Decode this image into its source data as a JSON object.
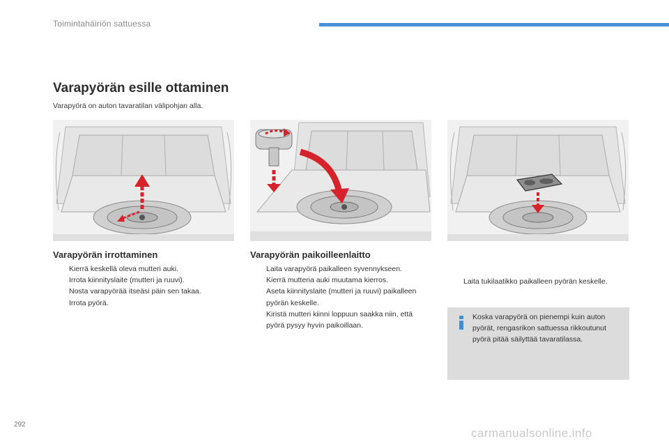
{
  "header": {
    "section_title": "Toimintahäiriön sattuessa",
    "accent_color": "#4a90d6"
  },
  "page": {
    "title": "Varapyörän esille ottaminen",
    "intro": "Varapyörä on auton tavaratilan välipohjan alla.",
    "page_number": "292",
    "watermark": "carmanualsonline.info"
  },
  "figures": [
    {
      "icon": "trunk-spare-wheel-removal-illustration"
    },
    {
      "icon": "trunk-spare-wheel-refit-illustration"
    },
    {
      "icon": "trunk-tool-box-refit-illustration"
    }
  ],
  "sections": {
    "removal": {
      "title": "Varapyörän irrottaminen",
      "steps": [
        "Kierrä keskellä oleva mutteri auki.",
        "Irrota kiinnityslaite (mutteri ja ruuvi).",
        "Nosta varapyörää itseäsi päin sen takaa.",
        "Irrota pyörä."
      ]
    },
    "refit": {
      "title": "Varapyörän paikoilleenlaitto",
      "steps": [
        "Laita varapyörä paikalleen syvennykseen.",
        "Kierrä mutteria auki muutama kierros.",
        "Aseta kiinnityslaite (mutteri ja ruuvi) paikalleen pyörän keskelle.",
        "Kiristä mutteri kiinni loppuun saakka niin, että pyörä pysyy hyvin paikoillaan."
      ]
    },
    "toolbox": {
      "steps": [
        "Laita tukilaatikko paikalleen pyörän keskelle."
      ]
    }
  },
  "info": {
    "icon": "info-icon",
    "text": "Koska varapyörä on pienempi kuin auton pyörät, rengasrikon sattuessa rikkoutunut pyörä pitää säilyttää tavaratilassa."
  },
  "bullet_glyph": "",
  "colors": {
    "arrow": "#d6232b",
    "info_icon": "#3a8fd6",
    "info_box": "#dcdcdc"
  }
}
